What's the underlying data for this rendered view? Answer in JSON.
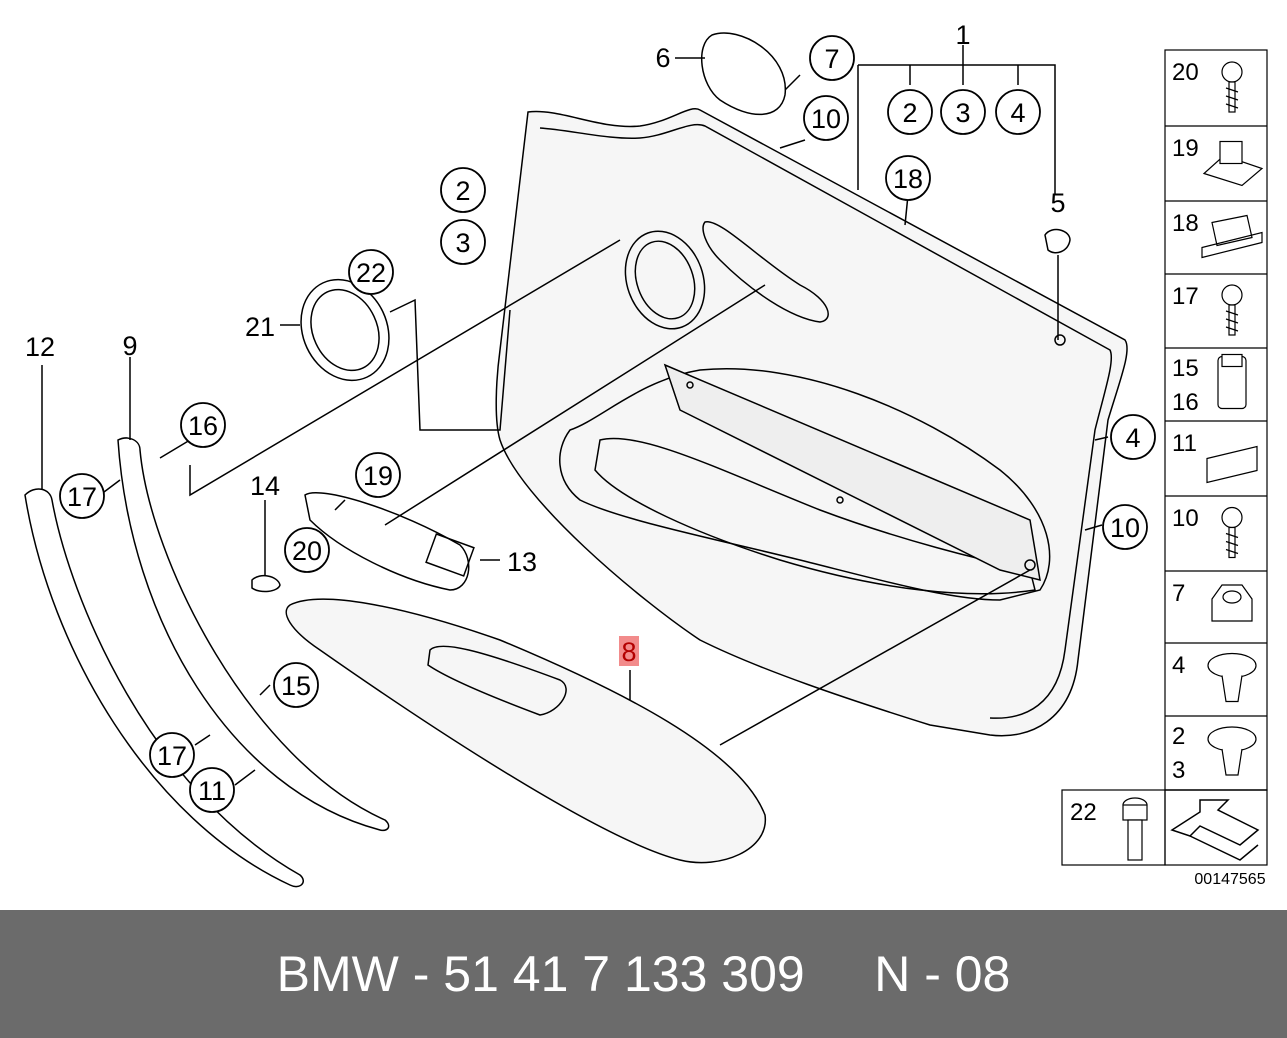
{
  "diagram": {
    "callouts": [
      "1",
      "2",
      "3",
      "4",
      "2",
      "3",
      "5",
      "6",
      "7",
      "10",
      "18",
      "21",
      "22",
      "12",
      "9",
      "16",
      "17",
      "14",
      "19",
      "20",
      "13",
      "15",
      "17",
      "11",
      "4",
      "10"
    ],
    "highlighted_callout": "8",
    "drawing_number": "00147565"
  },
  "legend": {
    "rows": [
      {
        "labels": [
          "20"
        ],
        "icon": "screw-icon"
      },
      {
        "labels": [
          "19"
        ],
        "icon": "clip-nut-icon"
      },
      {
        "labels": [
          "18"
        ],
        "icon": "clip-strip-icon"
      },
      {
        "labels": [
          "17"
        ],
        "icon": "screw-icon"
      },
      {
        "labels": [
          "15",
          "16"
        ],
        "icon": "expanding-clip-icon"
      },
      {
        "labels": [
          "11"
        ],
        "icon": "spring-clip-icon"
      },
      {
        "labels": [
          "10"
        ],
        "icon": "screw-icon"
      },
      {
        "labels": [
          "7"
        ],
        "icon": "hex-nut-icon"
      },
      {
        "labels": [
          "4"
        ],
        "icon": "push-rivet-icon"
      },
      {
        "labels": [
          "2",
          "3"
        ],
        "icon": "push-rivet-icon"
      }
    ],
    "bottom": {
      "label": "22",
      "icon": "bolt-icon",
      "arrow_icon": "direction-arrow-icon"
    }
  },
  "footer": {
    "brand": "BMW",
    "separator": "-",
    "part_number": "51 41 7 133 309",
    "position_label": "N - 08"
  }
}
